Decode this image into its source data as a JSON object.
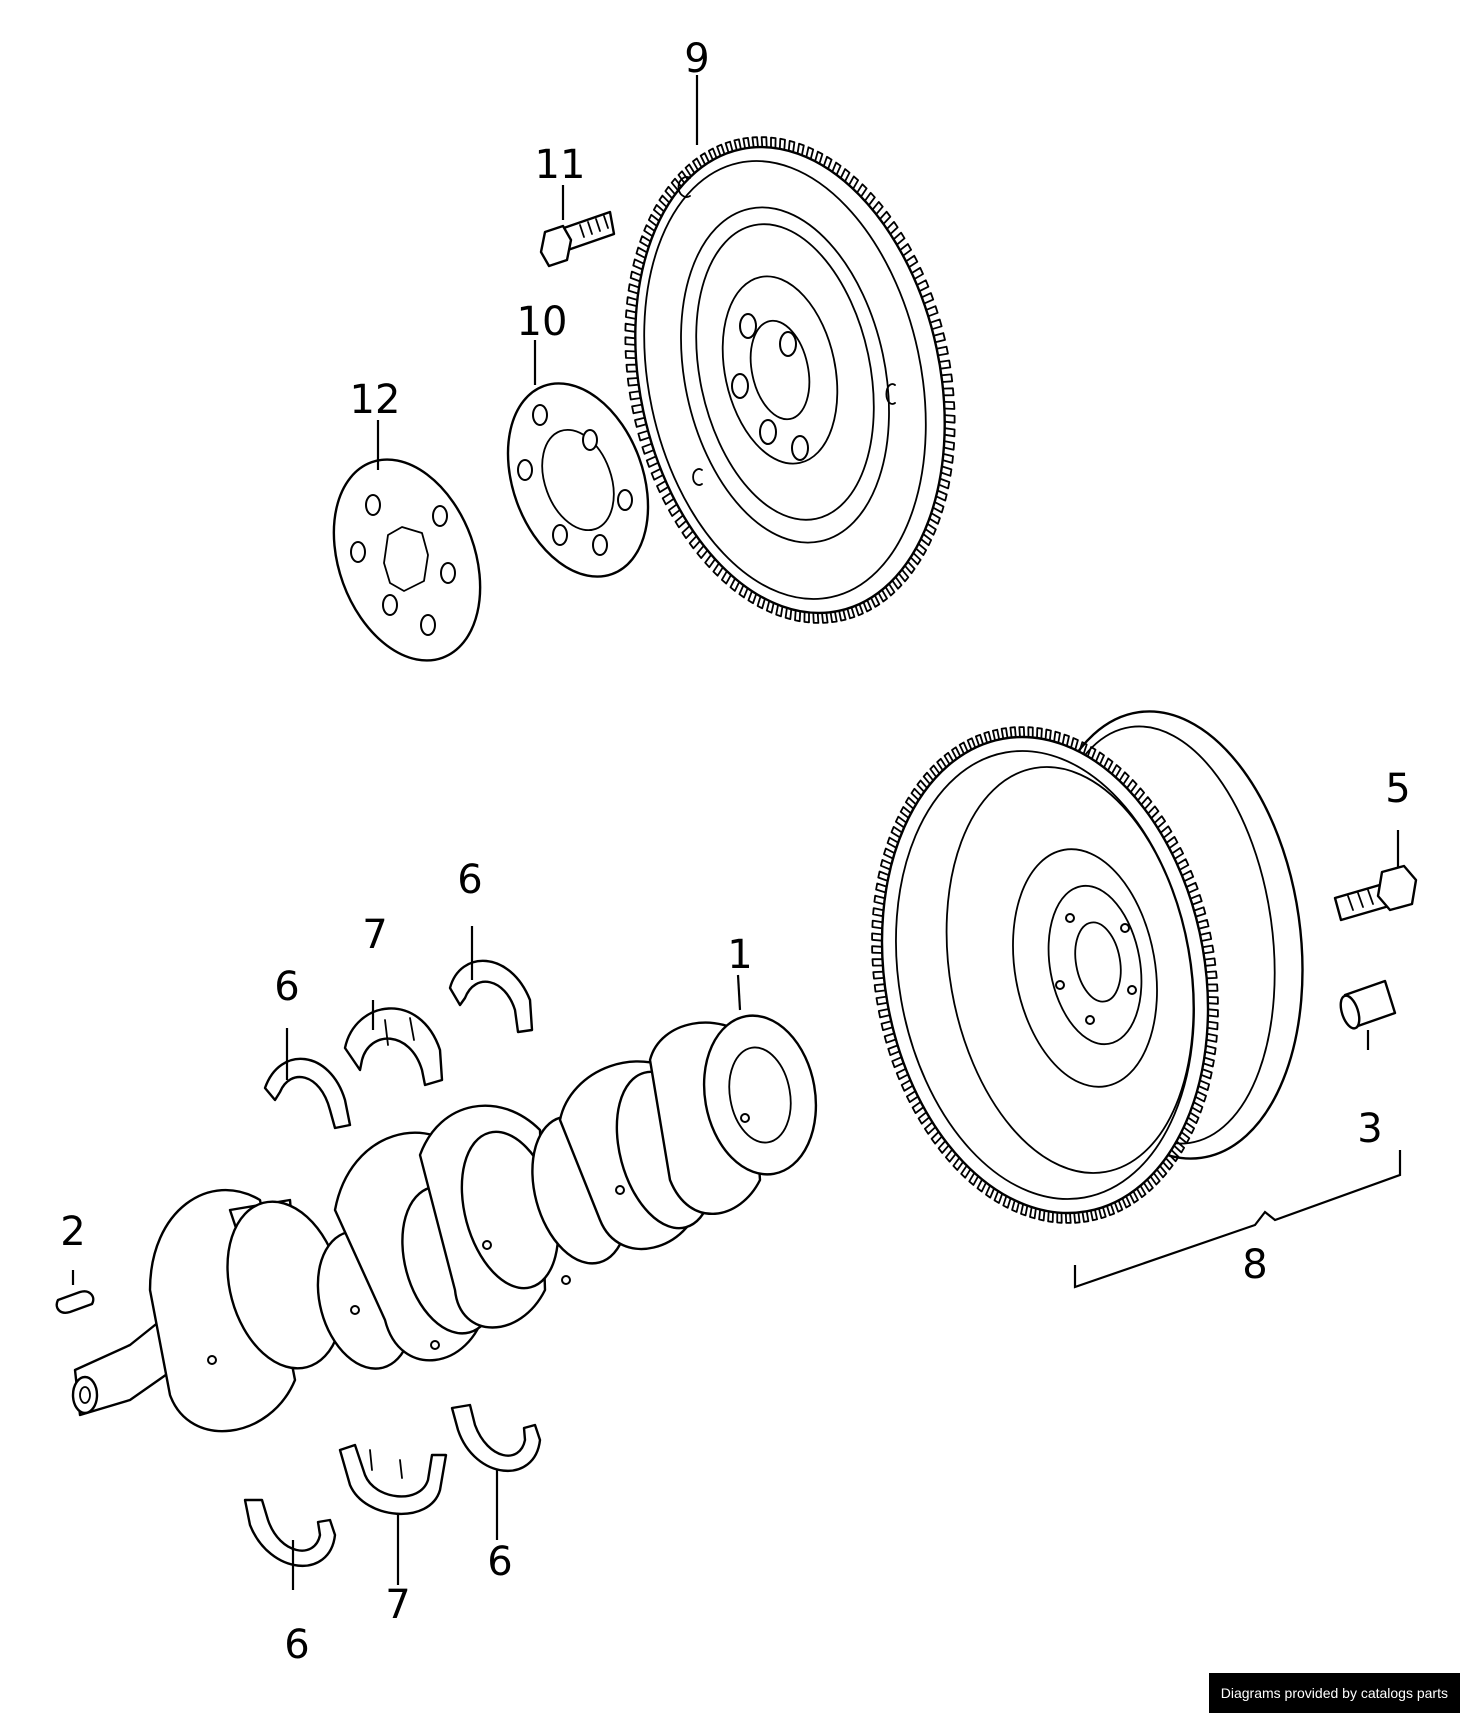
{
  "callouts": [
    {
      "id": "c1",
      "text": "1"
    },
    {
      "id": "c2",
      "text": "2"
    },
    {
      "id": "c3",
      "text": "3"
    },
    {
      "id": "c5",
      "text": "5"
    },
    {
      "id": "c6a",
      "text": "6"
    },
    {
      "id": "c6b",
      "text": "6"
    },
    {
      "id": "c6c",
      "text": "6"
    },
    {
      "id": "c6d",
      "text": "6"
    },
    {
      "id": "c7a",
      "text": "7"
    },
    {
      "id": "c7b",
      "text": "7"
    },
    {
      "id": "c8",
      "text": "8"
    },
    {
      "id": "c9",
      "text": "9"
    },
    {
      "id": "c10",
      "text": "10"
    },
    {
      "id": "c11",
      "text": "11"
    },
    {
      "id": "c12",
      "text": "12"
    }
  ],
  "footer": {
    "credit": "Diagrams provided by catalogs parts"
  }
}
